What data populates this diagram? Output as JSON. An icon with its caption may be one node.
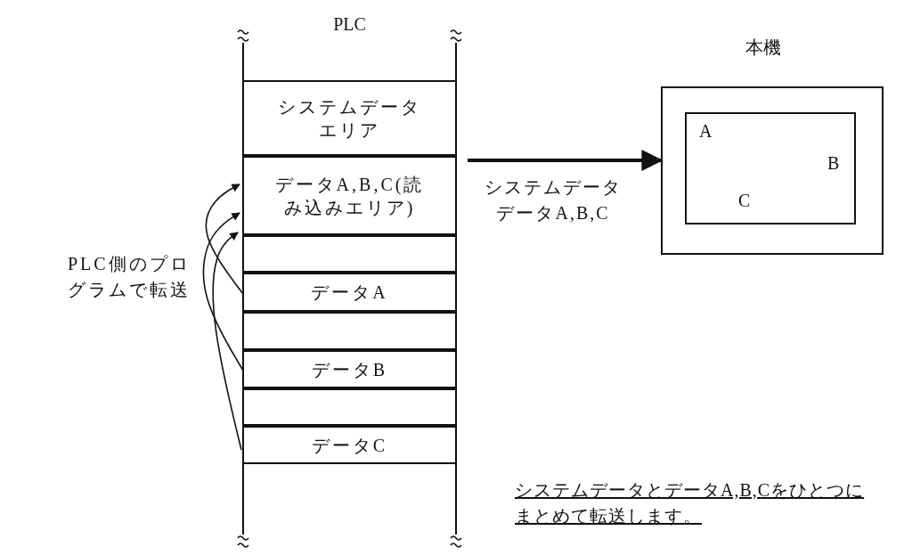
{
  "diagram": {
    "nodes": [
      {
        "text": [
          "PLC"
        ]
      },
      {
        "text": [
          "システムデータエリア"
        ],
        "in": 0
      },
      {
        "text": [
          "データA,B,C(読み込みエリア)"
        ],
        "in": 0
      },
      {
        "text": [],
        "shape": "box",
        "in": 0
      },
      {
        "text": [
          "データA"
        ],
        "in": 0
      },
      {
        "text": [],
        "shape": "box",
        "in": 0
      },
      {
        "text": [
          "データB"
        ],
        "in": 0
      },
      {
        "text": [],
        "shape": "box",
        "in": 0
      },
      {
        "text": [
          "データC"
        ],
        "in": 0
      },
      {
        "text": [
          "本機"
        ]
      },
      {
        "text": [
          "A",
          "B",
          "C"
        ],
        "in": 9
      }
    ],
    "edges": [
      {
        "from": 0,
        "to": 9,
        "arrow": "to",
        "label": "システムデータデータA,B,C",
        "style": "thick"
      },
      {
        "from": 4,
        "to": 2,
        "arrow": "to"
      },
      {
        "from": 6,
        "to": 2,
        "arrow": "to"
      },
      {
        "from": 8,
        "to": 2,
        "arrow": "to"
      }
    ],
    "labels": [
      "PLC側のプログラムで転送",
      "システムデータとデータA,B,Cをひとつにまとめて転送します。"
    ]
  }
}
